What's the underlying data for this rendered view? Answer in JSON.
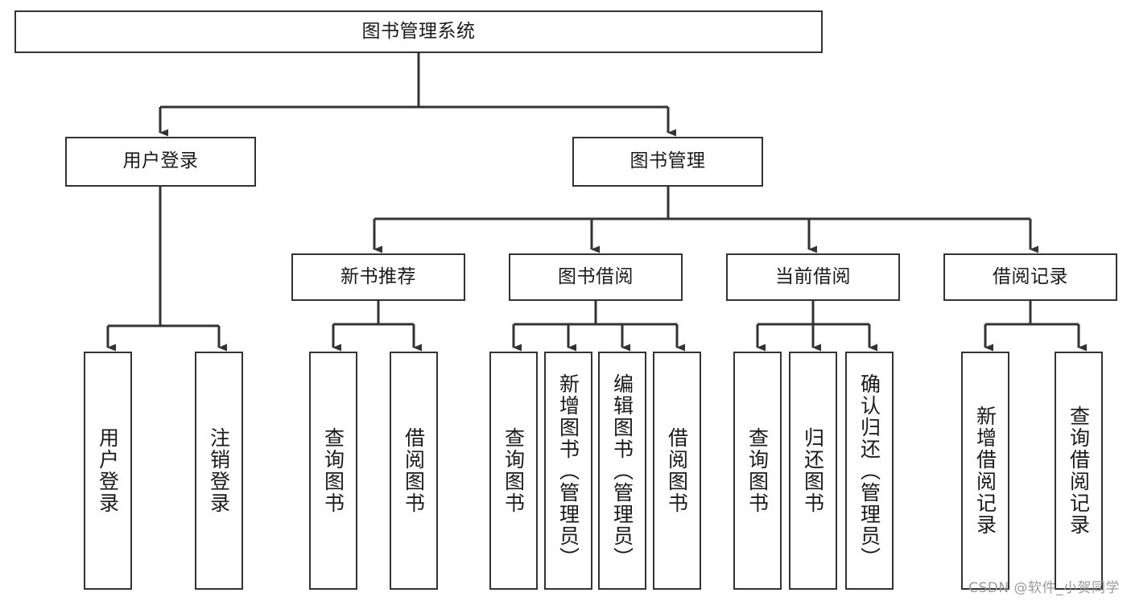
{
  "diagram": {
    "title": "图书管理系统",
    "type": "tree-hierarchy",
    "orientation": "top-down",
    "colors": {
      "node_border": "#333333",
      "node_fill": "#ffffff",
      "edge": "#333333",
      "canvas": "#ffffff",
      "watermark": "#9a9a9a"
    },
    "root": {
      "label": "图书管理系统"
    },
    "level2": [
      {
        "label": "用户登录"
      },
      {
        "label": "图书管理"
      }
    ],
    "level3": [
      {
        "label": "新书推荐"
      },
      {
        "label": "图书借阅"
      },
      {
        "label": "当前借阅"
      },
      {
        "label": "借阅记录"
      }
    ],
    "leaves": {
      "user_login": [
        {
          "label": "用户登录"
        },
        {
          "label": "注销登录"
        }
      ],
      "new_book_recommend": [
        {
          "label": "查询图书"
        },
        {
          "label": "借阅图书"
        }
      ],
      "book_borrow": [
        {
          "label": "查询图书"
        },
        {
          "label": "新增图书（管理员）"
        },
        {
          "label": "编辑图书（管理员）"
        },
        {
          "label": "借阅图书"
        }
      ],
      "current_borrow": [
        {
          "label": "查询图书"
        },
        {
          "label": "归还图书"
        },
        {
          "label": "确认归还（管理员）"
        }
      ],
      "borrow_record": [
        {
          "label": "新增借阅记录"
        },
        {
          "label": "查询借阅记录"
        }
      ]
    },
    "watermark": "CSDN @软件_小贺同学"
  }
}
